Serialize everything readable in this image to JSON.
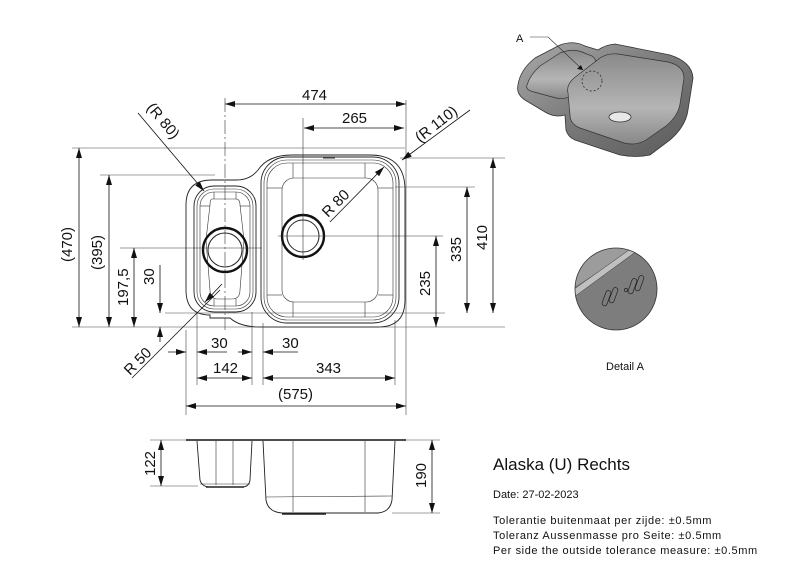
{
  "title_block": {
    "product_name": "Alaska (U) Rechts",
    "date": "Date: 27-02-2023",
    "tolerances": [
      "Tolerantie buitenmaat per zijde: ±0.5mm",
      "Toleranz Aussenmasse pro Seite: ±0.5mm",
      "Per side the outside tolerance measure: ±0.5mm"
    ]
  },
  "top_view": {
    "dimensions": {
      "overall_width_basin_span": "474",
      "main_basin_drain_offset": "265",
      "radius_outer_right": "(R 110)",
      "radius_small_basin": "(R 80)",
      "radius_main_basin": "R 80",
      "radius_small_corner": "R 50",
      "overall_depth": "(470)",
      "small_basin_depth": "(395)",
      "small_drain_center": "197,5",
      "small_basin_offset": "30",
      "main_basin_depth_outer": "410",
      "main_basin_depth_inner": "335",
      "main_drain_center": "235",
      "left_margin": "30",
      "gap_margin": "30",
      "small_basin_width": "142",
      "main_basin_width": "343",
      "overall_width": "(575)"
    }
  },
  "side_view": {
    "dimensions": {
      "small_basin_height": "122",
      "main_basin_height": "190"
    }
  },
  "iso_view": {
    "callout": "A"
  },
  "detail": {
    "label": "Detail A"
  }
}
